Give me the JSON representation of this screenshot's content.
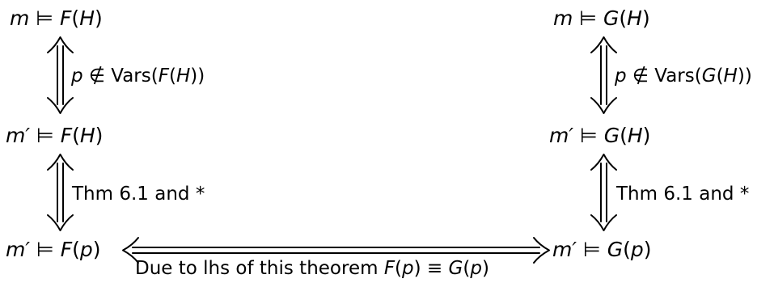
{
  "nodes": {
    "left_top": {
      "pre": "m",
      "rel": " ⊨ ",
      "fn": "F",
      "arg_open": "(",
      "arg": "H",
      "arg_close": ")"
    },
    "left_mid": {
      "pre": "m′",
      "rel": " ⊨ ",
      "fn": "F",
      "arg_open": "(",
      "arg": "H",
      "arg_close": ")"
    },
    "left_bot": {
      "pre": "m′",
      "rel": " ⊨ ",
      "fn": "F",
      "arg_open": "(",
      "arg": "p",
      "arg_close": ")"
    },
    "right_top": {
      "pre": "m",
      "rel": " ⊨ ",
      "fn": "G",
      "arg_open": "(",
      "arg": "H",
      "arg_close": ")"
    },
    "right_mid": {
      "pre": "m′",
      "rel": " ⊨ ",
      "fn": "G",
      "arg_open": "(",
      "arg": "H",
      "arg_close": ")"
    },
    "right_bot": {
      "pre": "m′",
      "rel": " ⊨ ",
      "fn": "G",
      "arg_open": "(",
      "arg": "p",
      "arg_close": ")"
    }
  },
  "edges": {
    "left_upper": {
      "var": "p",
      "rel": " ∉ Vars(",
      "fn": "F",
      "open": "(",
      "arg": "H",
      "close": "))"
    },
    "right_upper": {
      "var": "p",
      "rel": " ∉ Vars(",
      "fn": "G",
      "open": "(",
      "arg": "H",
      "close": "))"
    },
    "left_lower": {
      "text": "Thm 6.1 and *"
    },
    "right_lower": {
      "text": "Thm 6.1 and *"
    },
    "bottom": {
      "text": "Due to lhs of this theorem ",
      "fn1": "F",
      "open1": "(",
      "arg1": "p",
      "close1": ")",
      "equiv": " ≡ ",
      "fn2": "G",
      "open2": "(",
      "arg2": "p",
      "close2": ")"
    }
  }
}
